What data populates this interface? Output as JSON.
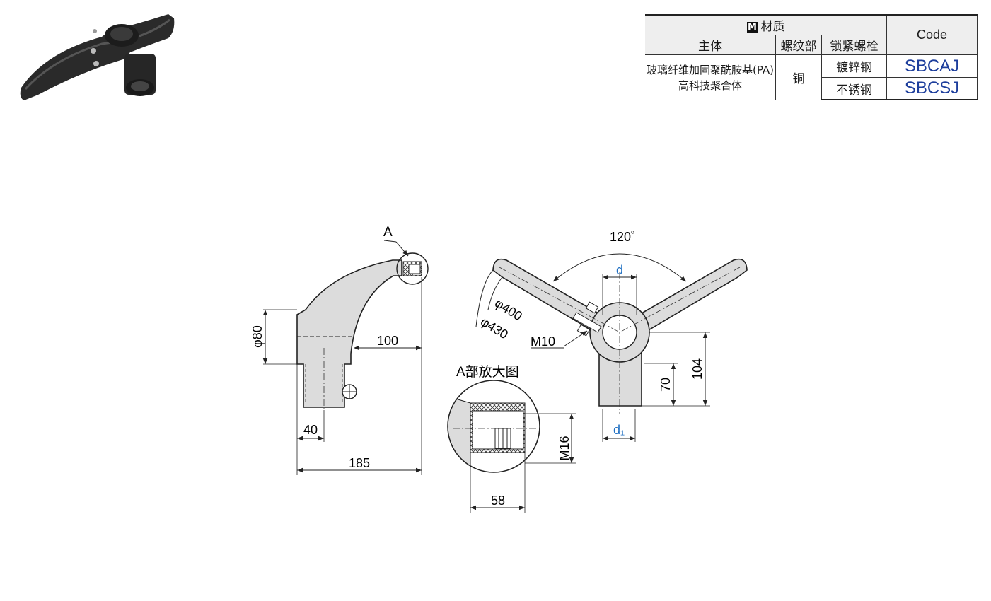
{
  "material_table": {
    "badge": "M",
    "material_header": "材质",
    "col_body": "主体",
    "col_thread": "螺纹部",
    "col_bolt": "锁紧螺栓",
    "col_code": "Code",
    "body_material_line1": "玻璃纤维加固聚酰胺基(PA)",
    "body_material_line2": "高科技聚合体",
    "thread_material": "铜",
    "rows": [
      {
        "bolt": "镀锌钢",
        "code": "SBCAJ"
      },
      {
        "bolt": "不锈钢",
        "code": "SBCSJ"
      }
    ]
  },
  "drawing": {
    "label_A": "A",
    "dim_phi80": "φ80",
    "dim_100": "100",
    "dim_40": "40",
    "dim_185": "185",
    "angle_120": "120˚",
    "dim_d": "d",
    "dim_phi400": "φ400",
    "dim_phi430": "φ430",
    "dim_M10": "M10",
    "dim_104": "104",
    "dim_70": "70",
    "dim_d1": "d₁",
    "detail_title": "A部放大图",
    "dim_M16": "M16",
    "dim_58": "58"
  },
  "colors": {
    "code_blue": "#1d3e9c",
    "dim_blue": "#1f6fc2",
    "part_fill": "#dcdcdc"
  }
}
